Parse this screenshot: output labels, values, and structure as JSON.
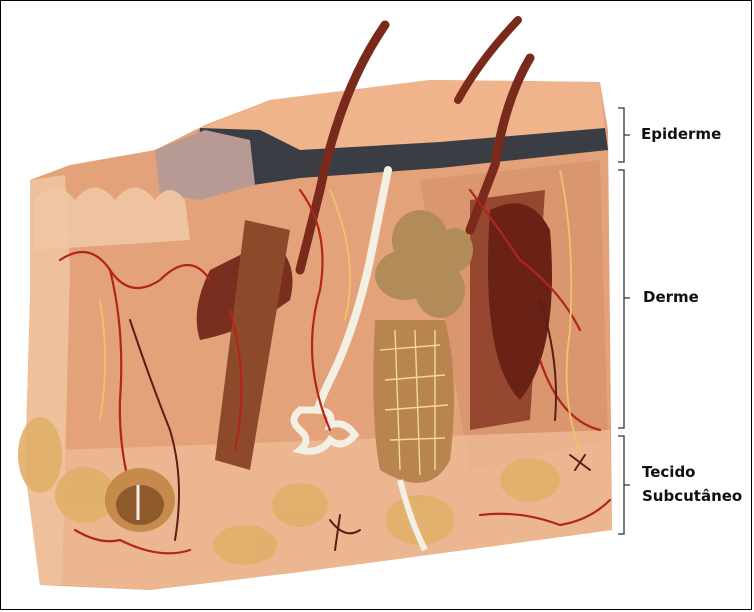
{
  "labels": {
    "epiderme": "Epiderme",
    "derme": "Derme",
    "tecido_line1": "Tecido",
    "tecido_line2": "Subcutâneo"
  },
  "colors": {
    "skin_base": "#e6a57f",
    "skin_shadow": "#c97d5a",
    "epidermis_dark": "#3b3d44",
    "hair": "#7a2a1a",
    "vessel_red": "#b3241a",
    "vessel_dark": "#5a1e16",
    "sweat_gland": "#f3eee2",
    "sebaceous": "#b08e5a",
    "fat": "#d8a864"
  }
}
